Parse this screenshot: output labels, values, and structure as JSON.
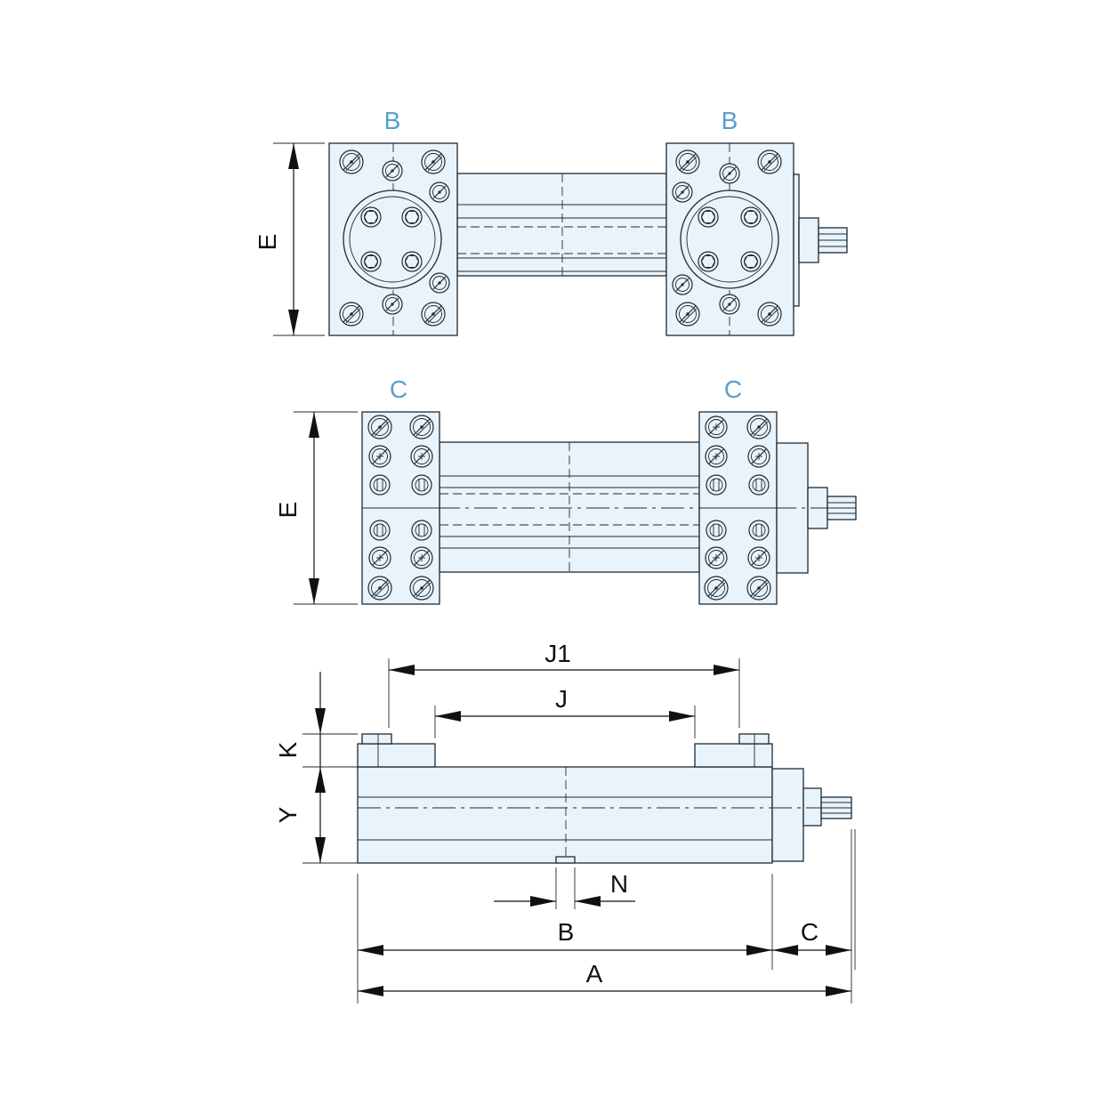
{
  "views": {
    "top": {
      "label_left": "B",
      "label_right": "B",
      "dim_height": "E"
    },
    "middle": {
      "label_left": "C",
      "label_right": "C",
      "dim_height": "E"
    },
    "side": {
      "dim_j1": "J1",
      "dim_j": "J",
      "dim_k": "K",
      "dim_y": "Y",
      "dim_n": "N",
      "dim_b": "B",
      "dim_c": "C",
      "dim_a": "A"
    }
  },
  "colors": {
    "body_fill": "#e8f3fb",
    "outline": "#1f2a33",
    "view_label": "#5aa0cc"
  }
}
